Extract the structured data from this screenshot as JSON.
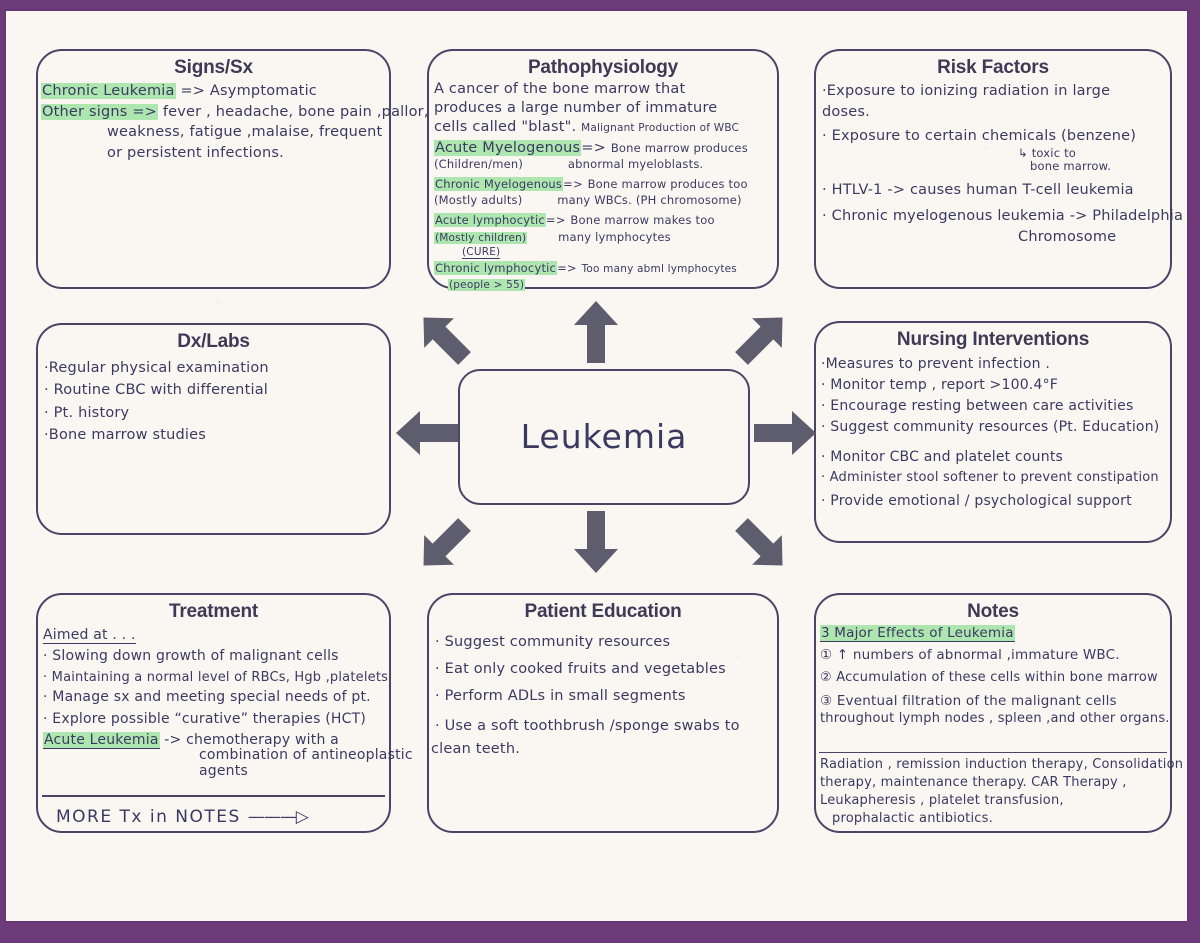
{
  "page": {
    "binder_color": "#6d3a7a",
    "paper_color": "#faf7f3",
    "ink_color": "#3a3a60",
    "highlight_color": "#aee6b0",
    "arrow_color": "#5d5d6e"
  },
  "center": {
    "label": "Leukemia"
  },
  "boxes": {
    "signs": {
      "title": "Signs/Sx",
      "lines": [
        "Chronic Leukemia",
        "=> Asymptomatic",
        "Other signs =>",
        " fever , headache, bone pain ,pallor,",
        "weakness, fatigue ,malaise, frequent",
        "or persistent infections."
      ]
    },
    "pathophysiology": {
      "title": "Pathophysiology",
      "intro": [
        "A cancer of the bone marrow that",
        "produces a large number of immature",
        "cells called \"blast\"."
      ],
      "intro_tail": "Malignant Production of WBC",
      "types": [
        {
          "name": "Acute Myelogenous",
          "sub": "(Children/men)",
          "arrow": "=>",
          "desc1": "Bone marrow produces",
          "desc2": "abnormal myeloblasts."
        },
        {
          "name": "Chronic Myelogenous",
          "sub": "(Mostly adults)",
          "arrow": "=>",
          "desc1": "Bone marrow produces too",
          "desc2": "many WBCs. (PH chromosome)"
        },
        {
          "name": "Acute lymphocytic",
          "sub": "(Mostly children)",
          "sub2": "(CURE)",
          "arrow": "=>",
          "desc1": "Bone marrow makes too",
          "desc2": "many lymphocytes"
        },
        {
          "name": "Chronic lymphocytic",
          "sub": "(people > 55)",
          "arrow": "=>",
          "desc1": "Too many abml lymphocytes",
          "desc2": ""
        }
      ]
    },
    "risk_factors": {
      "title": "Risk Factors",
      "lines": [
        "·Exposure to ionizing radiation in large",
        "doses.",
        "· Exposure to certain chemicals (benzene)",
        "· HTLV-1 -> causes human T-cell leukemia",
        "· Chronic myelogenous leukemia -> Philadelphia",
        "Chromosome"
      ],
      "annotation_line1": "toxic to",
      "annotation_line2": "bone marrow.",
      "annotation_arrow": "↳"
    },
    "dx_labs": {
      "title": "Dx/Labs",
      "lines": [
        "·Regular physical examination",
        "· Routine CBC with differential",
        "· Pt. history",
        "·Bone marrow studies"
      ]
    },
    "nursing_interventions": {
      "title": "Nursing Interventions",
      "lines": [
        "·Measures to prevent infection .",
        "· Monitor temp , report  >100.4°F",
        "· Encourage resting between care activities",
        "· Suggest community resources (Pt. Education)",
        "· Monitor CBC and platelet counts",
        "· Administer stool softener to prevent constipation",
        "· Provide emotional / psychological support"
      ]
    },
    "treatment": {
      "title": "Treatment",
      "lead": "Aimed at . . .",
      "lines": [
        "· Slowing down growth of malignant cells",
        "· Maintaining a normal level of RBCs, Hgb ,platelets",
        "· Manage sx and meeting special needs of pt.",
        "· Explore possible “curative” therapies (HCT)"
      ],
      "highlight_term": "Acute Leukemia",
      "highlight_rest": "-> chemotherapy with a",
      "highlight_cont1": "combination of antineoplastic",
      "highlight_cont2": "agents",
      "footer": "MORE Tx in NOTES",
      "footer_arrow": "———▷"
    },
    "patient_education": {
      "title": "Patient Education",
      "lines": [
        "· Suggest community resources",
        "· Eat only cooked fruits and vegetables",
        "· Perform  ADLs in small segments",
        "· Use a soft toothbrush /sponge swabs to",
        "clean teeth."
      ]
    },
    "notes": {
      "title": "Notes",
      "heading": "3 Major Effects of Leukemia",
      "items": [
        {
          "num": "①",
          "text": "↑ numbers of abnormal ,immature WBC."
        },
        {
          "num": "②",
          "text": "Accumulation of these cells within bone marrow"
        },
        {
          "num": "③",
          "text": "Eventual filtration of the malignant cells"
        }
      ],
      "item3_cont": "throughout lymph nodes , spleen ,and other organs.",
      "therapies": [
        "Radiation , remission induction therapy, Consolidation",
        "therapy, maintenance therapy. CAR Therapy ,",
        "Leukapheresis , platelet transfusion,",
        "prophalactic antibiotics."
      ]
    }
  },
  "arrows": [
    {
      "name": "arrow-up",
      "direction": "up"
    },
    {
      "name": "arrow-down",
      "direction": "down"
    },
    {
      "name": "arrow-left",
      "direction": "left"
    },
    {
      "name": "arrow-right",
      "direction": "right"
    },
    {
      "name": "arrow-upper-left",
      "direction": "upper-left"
    },
    {
      "name": "arrow-upper-right",
      "direction": "upper-right"
    },
    {
      "name": "arrow-lower-left",
      "direction": "lower-left"
    },
    {
      "name": "arrow-lower-right",
      "direction": "lower-right"
    }
  ]
}
